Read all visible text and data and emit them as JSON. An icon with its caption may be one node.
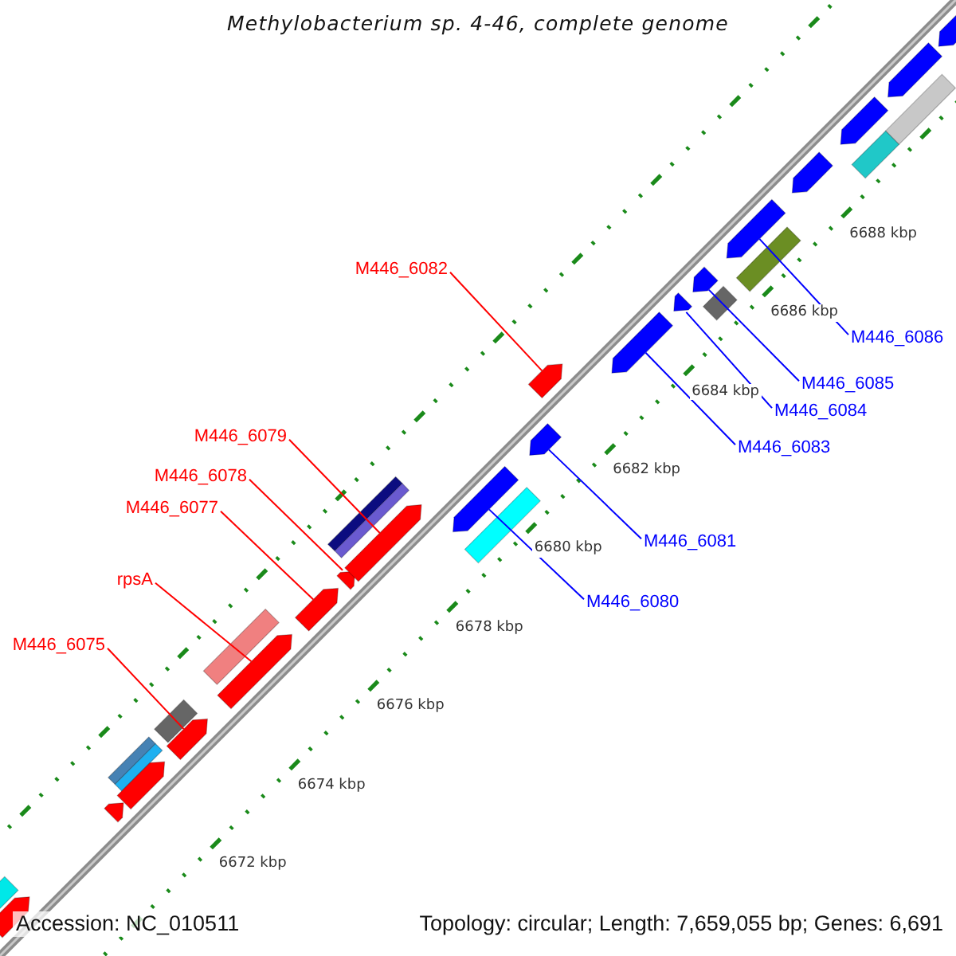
{
  "diagram": {
    "title": "Methylobacterium sp. 4-46, complete genome",
    "nodes": [
      {
        "text": [
          "M446_6082"
        ]
      },
      {
        "text": [
          "M446_6079"
        ]
      },
      {
        "text": [
          "M446_6078"
        ]
      },
      {
        "text": [
          "M446_6077"
        ]
      },
      {
        "text": [
          "rpsA"
        ]
      },
      {
        "text": [
          "M446_6075"
        ]
      },
      {
        "text": [
          "M446_6086"
        ]
      },
      {
        "text": [
          "M446_6085"
        ]
      },
      {
        "text": [
          "M446_6084"
        ]
      },
      {
        "text": [
          "M446_6083"
        ]
      },
      {
        "text": [
          "M446_6081"
        ]
      },
      {
        "text": [
          "M446_6080"
        ]
      },
      {
        "text": [],
        "shape": "arrow"
      },
      {
        "text": [],
        "shape": "arrow"
      },
      {
        "text": [],
        "shape": "arrow"
      },
      {
        "text": [],
        "shape": "arrow"
      },
      {
        "text": [],
        "shape": "arrow"
      },
      {
        "text": [],
        "shape": "arrow"
      },
      {
        "text": [],
        "shape": "arrow"
      },
      {
        "text": [],
        "shape": "arrow"
      },
      {
        "text": [],
        "shape": "arrow"
      },
      {
        "text": [],
        "shape": "arrow"
      },
      {
        "text": [],
        "shape": "arrow"
      },
      {
        "text": [],
        "shape": "arrow"
      },
      {
        "text": [],
        "shape": "arrow"
      },
      {
        "text": [],
        "shape": "arrow"
      },
      {
        "text": [],
        "shape": "arrow"
      },
      {
        "text": [],
        "shape": "arrow"
      },
      {
        "text": [],
        "shape": "arrow"
      },
      {
        "text": [],
        "shape": "arrow"
      },
      {
        "text": [],
        "shape": "arrow"
      }
    ],
    "edges": [
      {
        "from": 0,
        "to": 22,
        "arrow": "none",
        "color": "#ff0000"
      },
      {
        "from": 1,
        "to": 19,
        "arrow": "none",
        "color": "#ff0000"
      },
      {
        "from": 2,
        "to": 18,
        "arrow": "none",
        "color": "#ff0000"
      },
      {
        "from": 3,
        "to": 17,
        "arrow": "none",
        "color": "#ff0000"
      },
      {
        "from": 4,
        "to": 16,
        "arrow": "none",
        "color": "#ff0000"
      },
      {
        "from": 5,
        "to": 15,
        "arrow": "none",
        "color": "#ff0000"
      },
      {
        "from": 6,
        "to": 26,
        "arrow": "none",
        "color": "#0000ff"
      },
      {
        "from": 7,
        "to": 25,
        "arrow": "none",
        "color": "#0000ff"
      },
      {
        "from": 8,
        "to": 24,
        "arrow": "none",
        "color": "#0000ff"
      },
      {
        "from": 9,
        "to": 23,
        "arrow": "none",
        "color": "#0000ff"
      },
      {
        "from": 10,
        "to": 21,
        "arrow": "none",
        "color": "#0000ff"
      },
      {
        "from": 11,
        "to": 20,
        "arrow": "none",
        "color": "#0000ff"
      }
    ],
    "labels": [
      "6688 kbp",
      "6686 kbp",
      "6684 kbp",
      "6682 kbp",
      "6680 kbp",
      "6678 kbp",
      "6676 kbp",
      "6674 kbp",
      "6672 kbp",
      "Accession: NC_010511",
      "Topology: circular; Length: 7,659,055 bp; Genes: 6,691"
    ]
  }
}
